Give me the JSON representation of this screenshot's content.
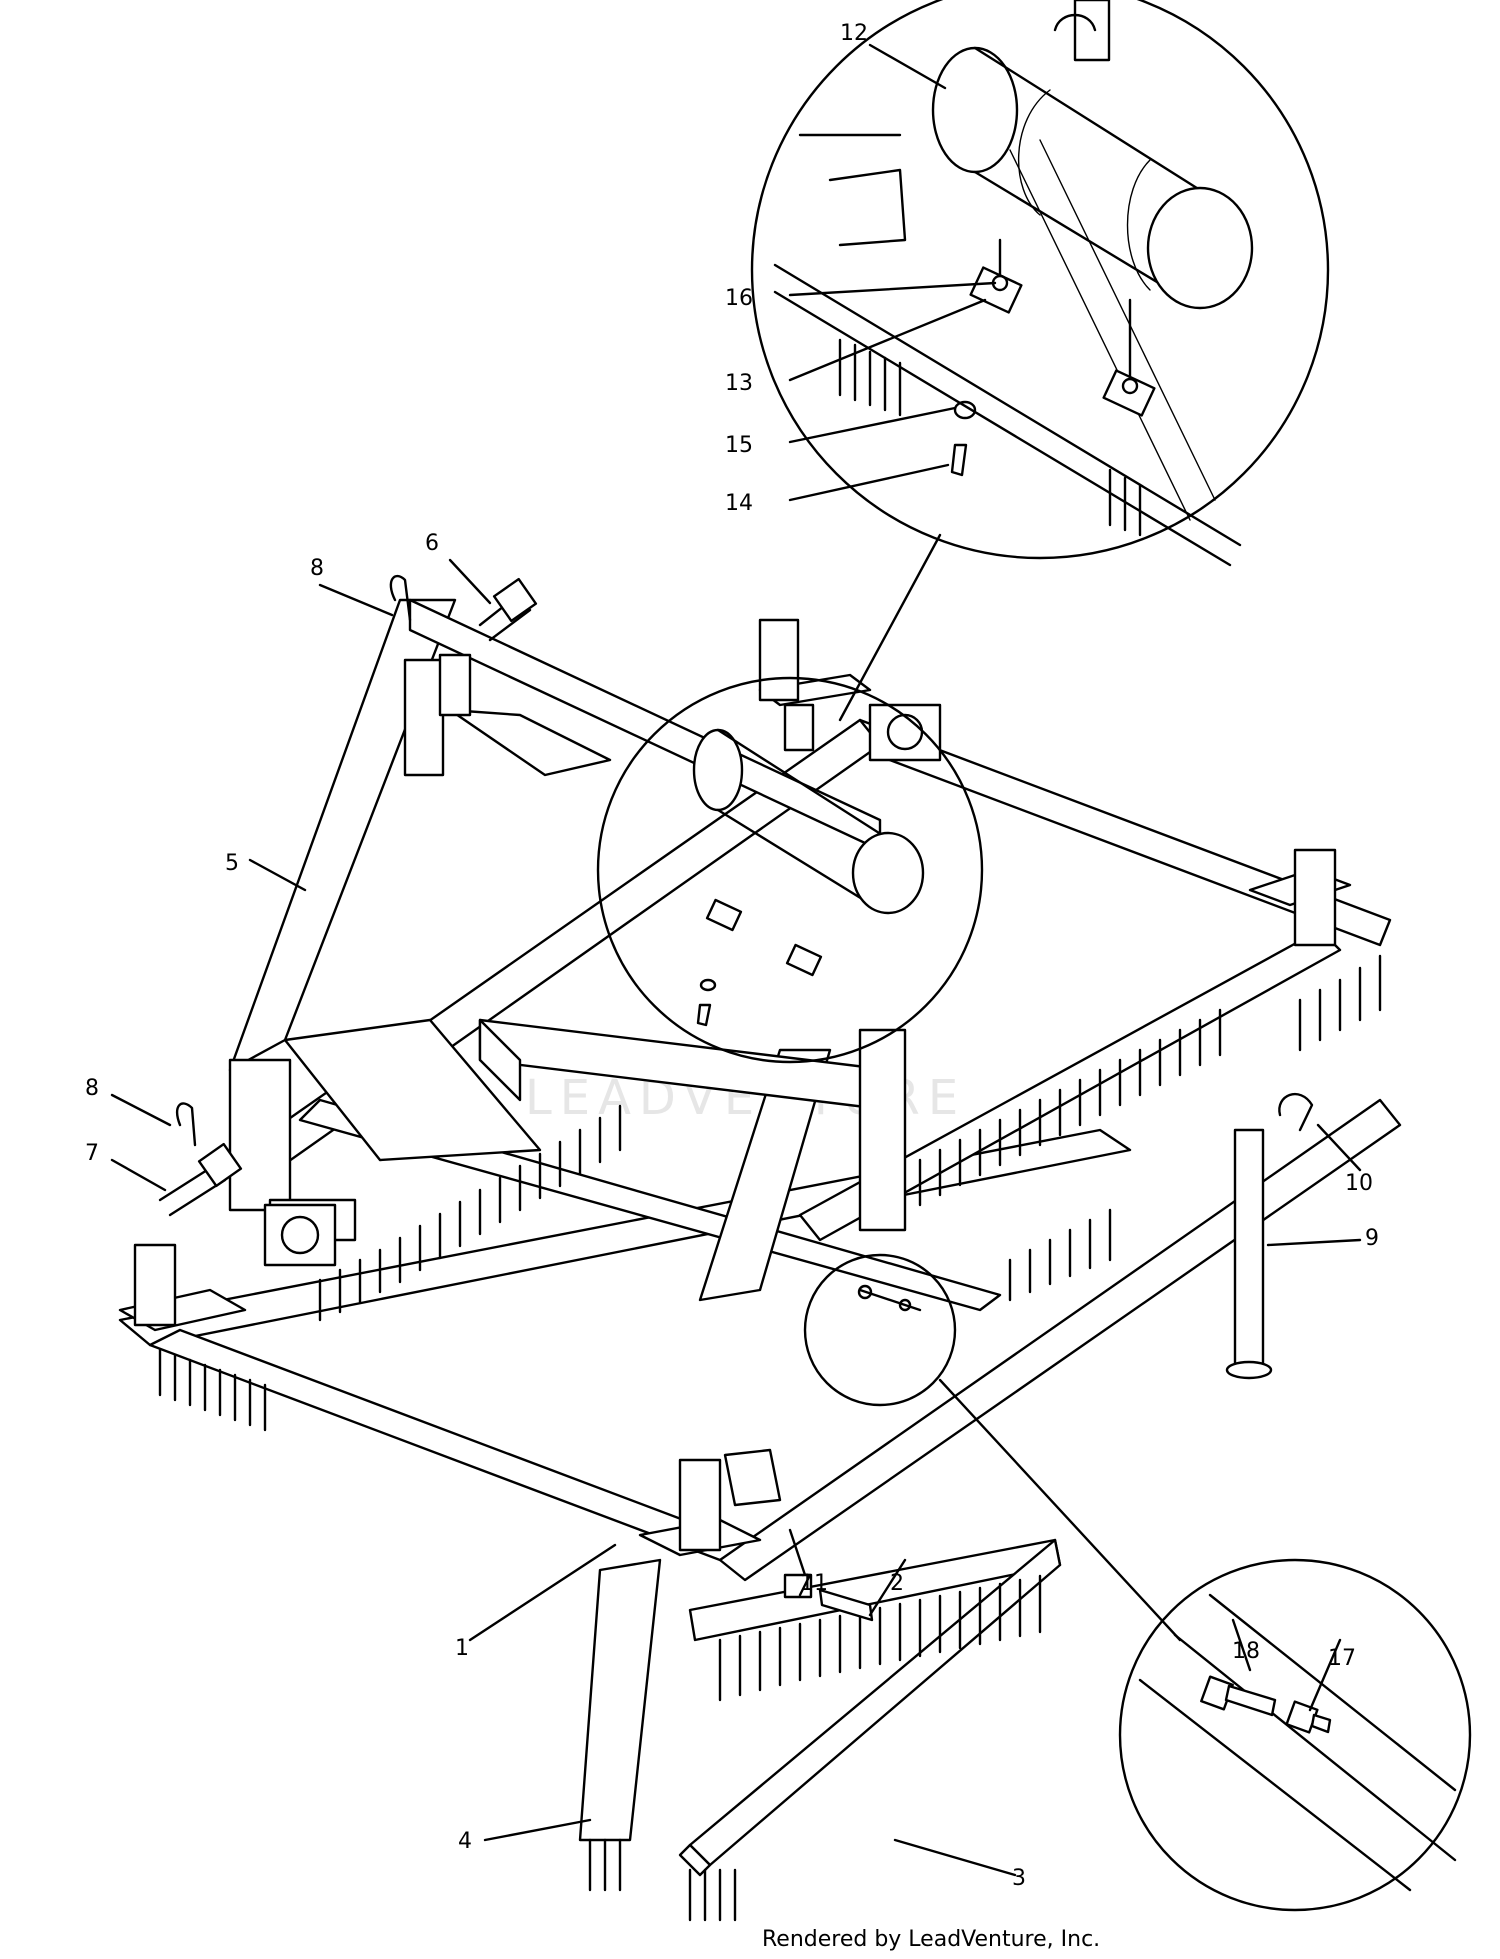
{
  "diagram": {
    "callouts": [
      {
        "id": "c1",
        "label": "1"
      },
      {
        "id": "c2",
        "label": "2"
      },
      {
        "id": "c3",
        "label": "3"
      },
      {
        "id": "c4",
        "label": "4"
      },
      {
        "id": "c5",
        "label": "5"
      },
      {
        "id": "c6",
        "label": "6"
      },
      {
        "id": "c7",
        "label": "7"
      },
      {
        "id": "c8a",
        "label": "8"
      },
      {
        "id": "c8b",
        "label": "8"
      },
      {
        "id": "c9",
        "label": "9"
      },
      {
        "id": "c10",
        "label": "10"
      },
      {
        "id": "c11",
        "label": "11"
      },
      {
        "id": "c12",
        "label": "12"
      },
      {
        "id": "c13",
        "label": "13"
      },
      {
        "id": "c14",
        "label": "14"
      },
      {
        "id": "c15",
        "label": "15"
      },
      {
        "id": "c16",
        "label": "16"
      },
      {
        "id": "c17",
        "label": "17"
      },
      {
        "id": "c18",
        "label": "18"
      }
    ],
    "watermark": "LEADVENTURE",
    "footer": "Rendered by LeadVenture, Inc."
  }
}
